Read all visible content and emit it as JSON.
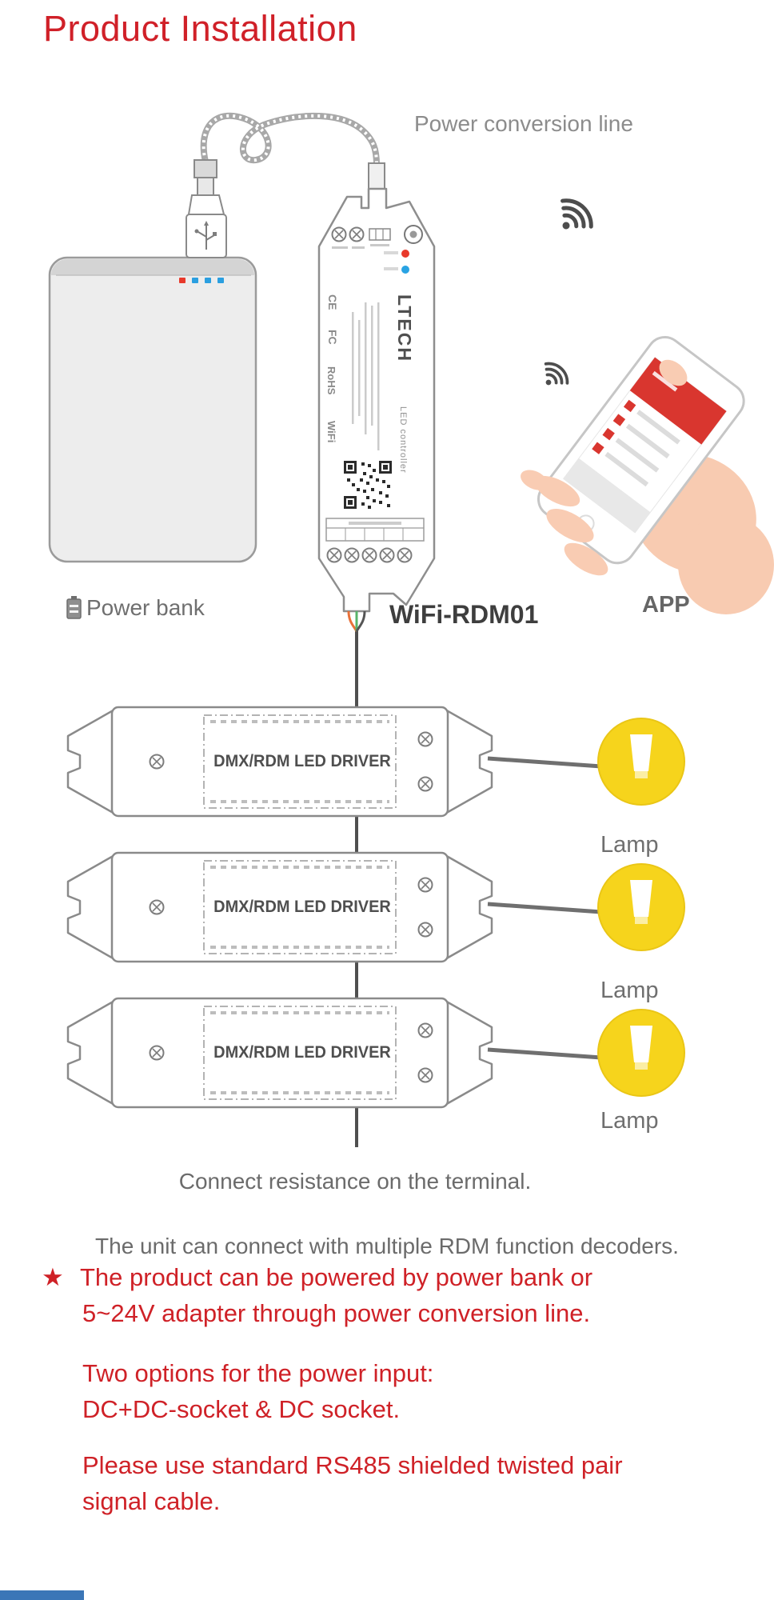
{
  "page": {
    "title": "Product Installation"
  },
  "colors": {
    "title_red": "#d02028",
    "note_red": "#cf2127",
    "label_gray": "#6f6f6f",
    "lamp_yellow": "#f6d41c",
    "footer_blue": "#3b76b7"
  },
  "diagram": {
    "power_conversion_line_label": "Power conversion line",
    "power_bank_label": "Power bank",
    "controller_label": "WiFi-RDM01",
    "app_label": "APP",
    "driver_label": "DMX/RDM LED DRIVER",
    "lamp_labels": [
      "Lamp",
      "Lamp",
      "Lamp"
    ],
    "device": {
      "brand": "LTECH",
      "brand_sub": "LED controller",
      "cert_marks": [
        "CE",
        "FC",
        "RoHS",
        "WiFi"
      ]
    },
    "caption_line1": "Connect resistance on the terminal.",
    "caption_line2": "The unit can connect with multiple RDM function decoders."
  },
  "notes": {
    "star": "★",
    "note1_line1": "The product can be powered by power bank or",
    "note1_line2": "5~24V adapter through power conversion line.",
    "note2_line1": "Two options for the power input:",
    "note2_line2": "DC+DC-socket & DC socket.",
    "note3_line1": "Please use standard RS485 shielded twisted pair",
    "note3_line2": "signal cable."
  }
}
